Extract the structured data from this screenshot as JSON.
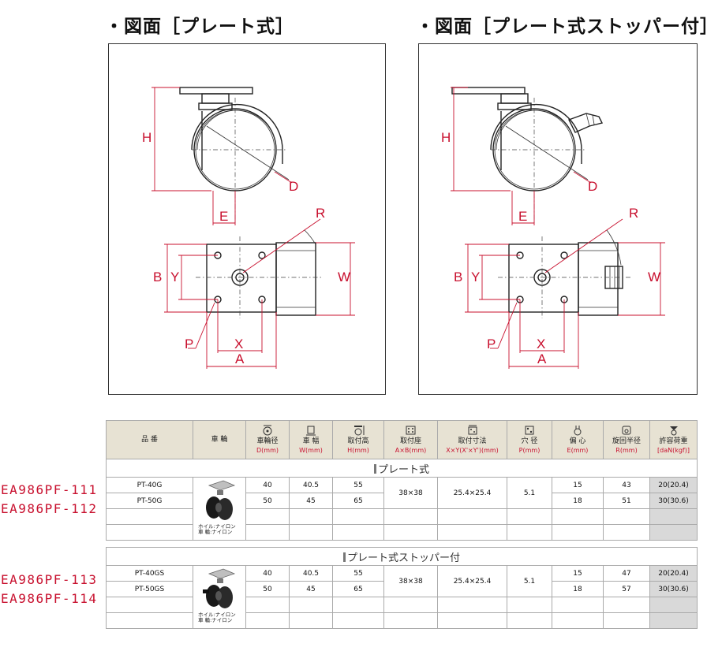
{
  "headings": {
    "left": "・図面［プレート式］",
    "right": "・図面［プレート式ストッパー付］"
  },
  "drawing_labels": {
    "H": "H",
    "D": "D",
    "E": "E",
    "R": "R",
    "B": "B",
    "Y": "Y",
    "W": "W",
    "P": "P",
    "X": "X",
    "A": "A"
  },
  "table": {
    "headers": [
      {
        "label": "品 番",
        "unit": ""
      },
      {
        "label": "車 輪",
        "unit": ""
      },
      {
        "label": "車輪径",
        "unit": "D(mm)"
      },
      {
        "label": "車 幅",
        "unit": "W(mm)"
      },
      {
        "label": "取付高",
        "unit": "H(mm)"
      },
      {
        "label": "取付座",
        "unit": "A×B(mm)"
      },
      {
        "label": "取付寸法",
        "unit": "X×Y(X'×Y')(mm)"
      },
      {
        "label": "穴 径",
        "unit": "P(mm)"
      },
      {
        "label": "偏 心",
        "unit": "E(mm)"
      },
      {
        "label": "旋回半径",
        "unit": "R(mm)"
      },
      {
        "label": "許容荷重",
        "unit": "[daN(kgf)]"
      }
    ],
    "sections": [
      {
        "title": "プレート式",
        "part_numbers": [
          "EA986PF-111",
          "EA986PF-112"
        ],
        "wheel_caption": [
          "ホイル:ナイロン",
          "車 輪:ナイロン"
        ],
        "mount_size": "38×38",
        "mount_dims": "25.4×25.4",
        "hole": "5.1",
        "rows": [
          {
            "model": "PT-40G",
            "D": "40",
            "W": "40.5",
            "H": "55",
            "E": "15",
            "R": "43",
            "load": "20(20.4)"
          },
          {
            "model": "PT-50G",
            "D": "50",
            "W": "45",
            "H": "65",
            "E": "18",
            "R": "51",
            "load": "30(30.6)"
          }
        ]
      },
      {
        "title": "プレート式ストッパー付",
        "part_numbers": [
          "EA986PF-113",
          "EA986PF-114"
        ],
        "wheel_caption": [
          "ホイル:ナイロン",
          "車 輪:ナイロン"
        ],
        "mount_size": "38×38",
        "mount_dims": "25.4×25.4",
        "hole": "5.1",
        "rows": [
          {
            "model": "PT-40GS",
            "D": "40",
            "W": "40.5",
            "H": "55",
            "E": "15",
            "R": "47",
            "load": "20(20.4)"
          },
          {
            "model": "PT-50GS",
            "D": "50",
            "W": "45",
            "H": "65",
            "E": "18",
            "R": "57",
            "load": "30(30.6)"
          }
        ]
      }
    ]
  },
  "colors": {
    "accent_red": "#c8102e",
    "header_bg": "#e7e2d3",
    "load_bg": "#d9d9d9"
  }
}
